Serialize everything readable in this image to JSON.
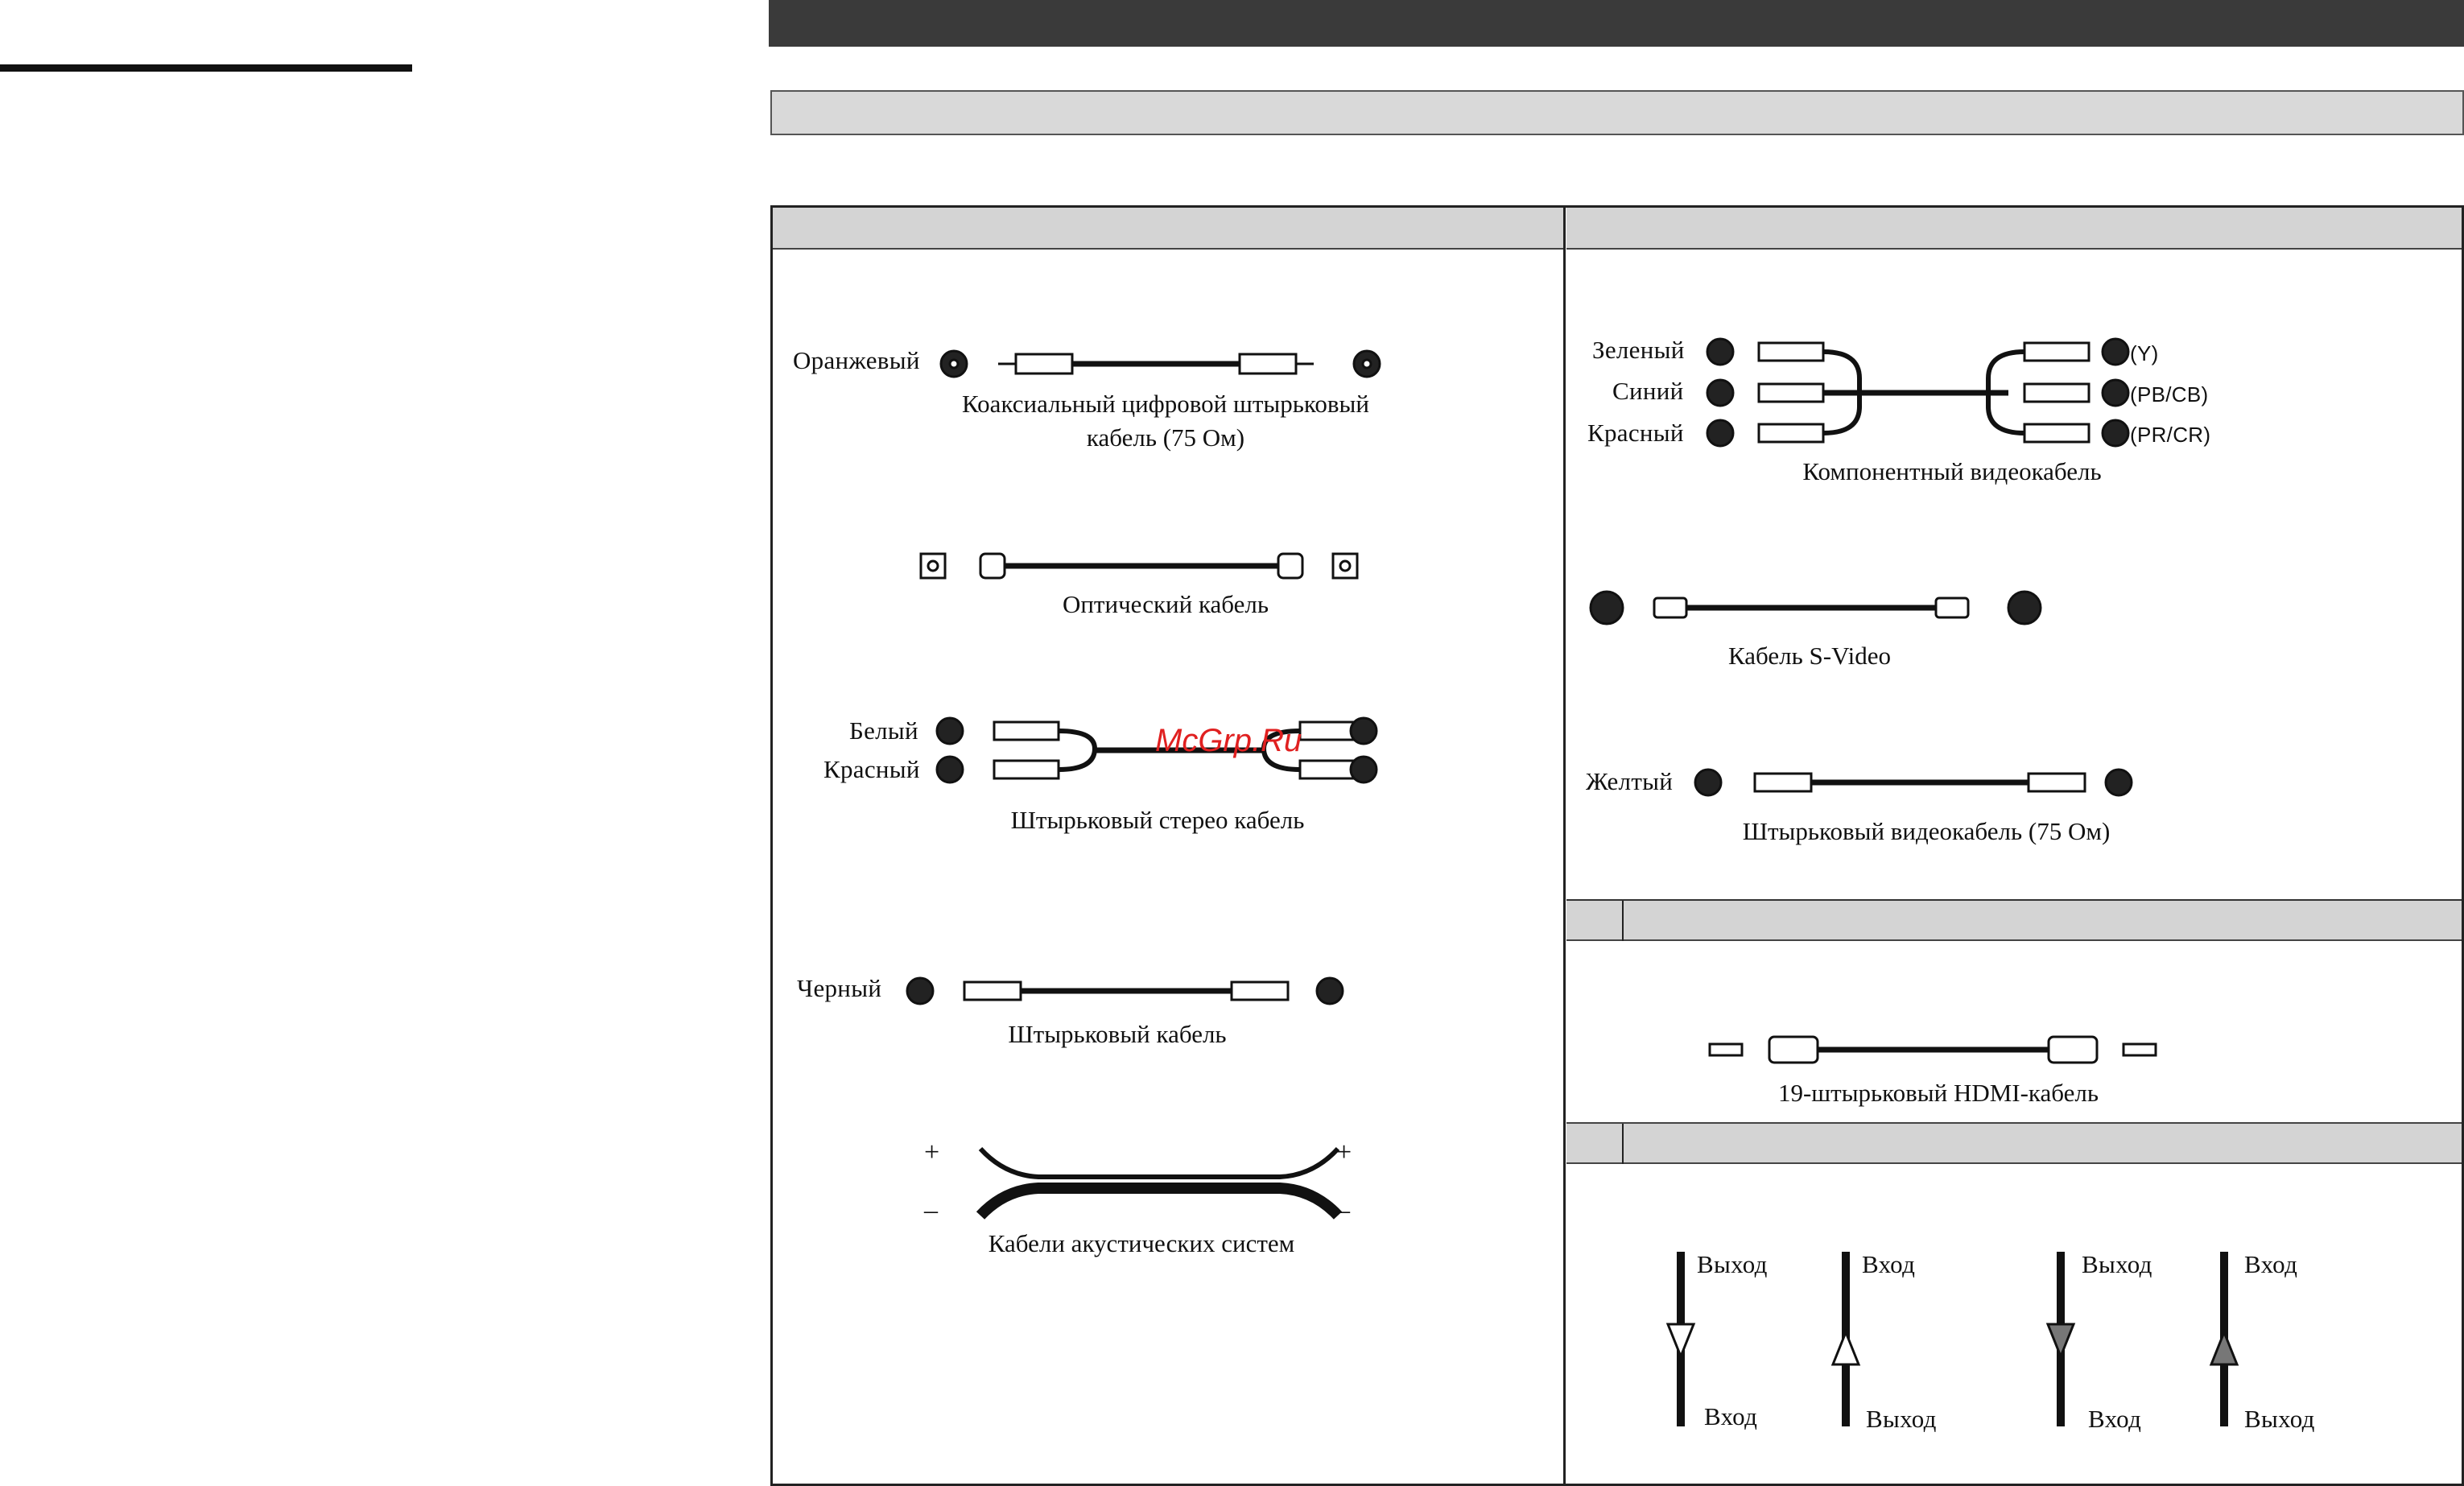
{
  "watermark": "McGrp.Ru",
  "left_panel": {
    "coax": {
      "color_label": "Оранжевый",
      "caption": [
        "Коаксиальный цифровой штырьковый",
        "кабель (75 Ом)"
      ]
    },
    "optical": {
      "caption": "Оптический кабель"
    },
    "stereo": {
      "labels": [
        "Белый",
        "Красный"
      ],
      "caption": "Штырьковый стерео кабель"
    },
    "pin": {
      "color_label": "Черный",
      "caption": "Штырьковый кабель"
    },
    "speaker": {
      "plus": "+",
      "minus": "–",
      "caption": "Кабели акустических систем"
    }
  },
  "right_panel": {
    "component": {
      "labels": [
        "Зеленый",
        "Синий",
        "Красный"
      ],
      "outputs": [
        "(Y)",
        "(PB/CB)",
        "(PR/CR)"
      ],
      "caption": "Компонентный видеокабель"
    },
    "svideo": {
      "caption": "Кабель S-Video"
    },
    "video": {
      "color_label": "Желтый",
      "caption": "Штырьковый видеокабель (75 Ом)"
    },
    "hdmi": {
      "caption": "19-штырьковый HDMI-кабель"
    },
    "signal_flow": {
      "top_labels": [
        "Выход",
        "Вход",
        "Выход",
        "Вход"
      ],
      "bottom_labels": [
        "Вход",
        "Выход",
        "Вход",
        "Выход"
      ]
    }
  }
}
